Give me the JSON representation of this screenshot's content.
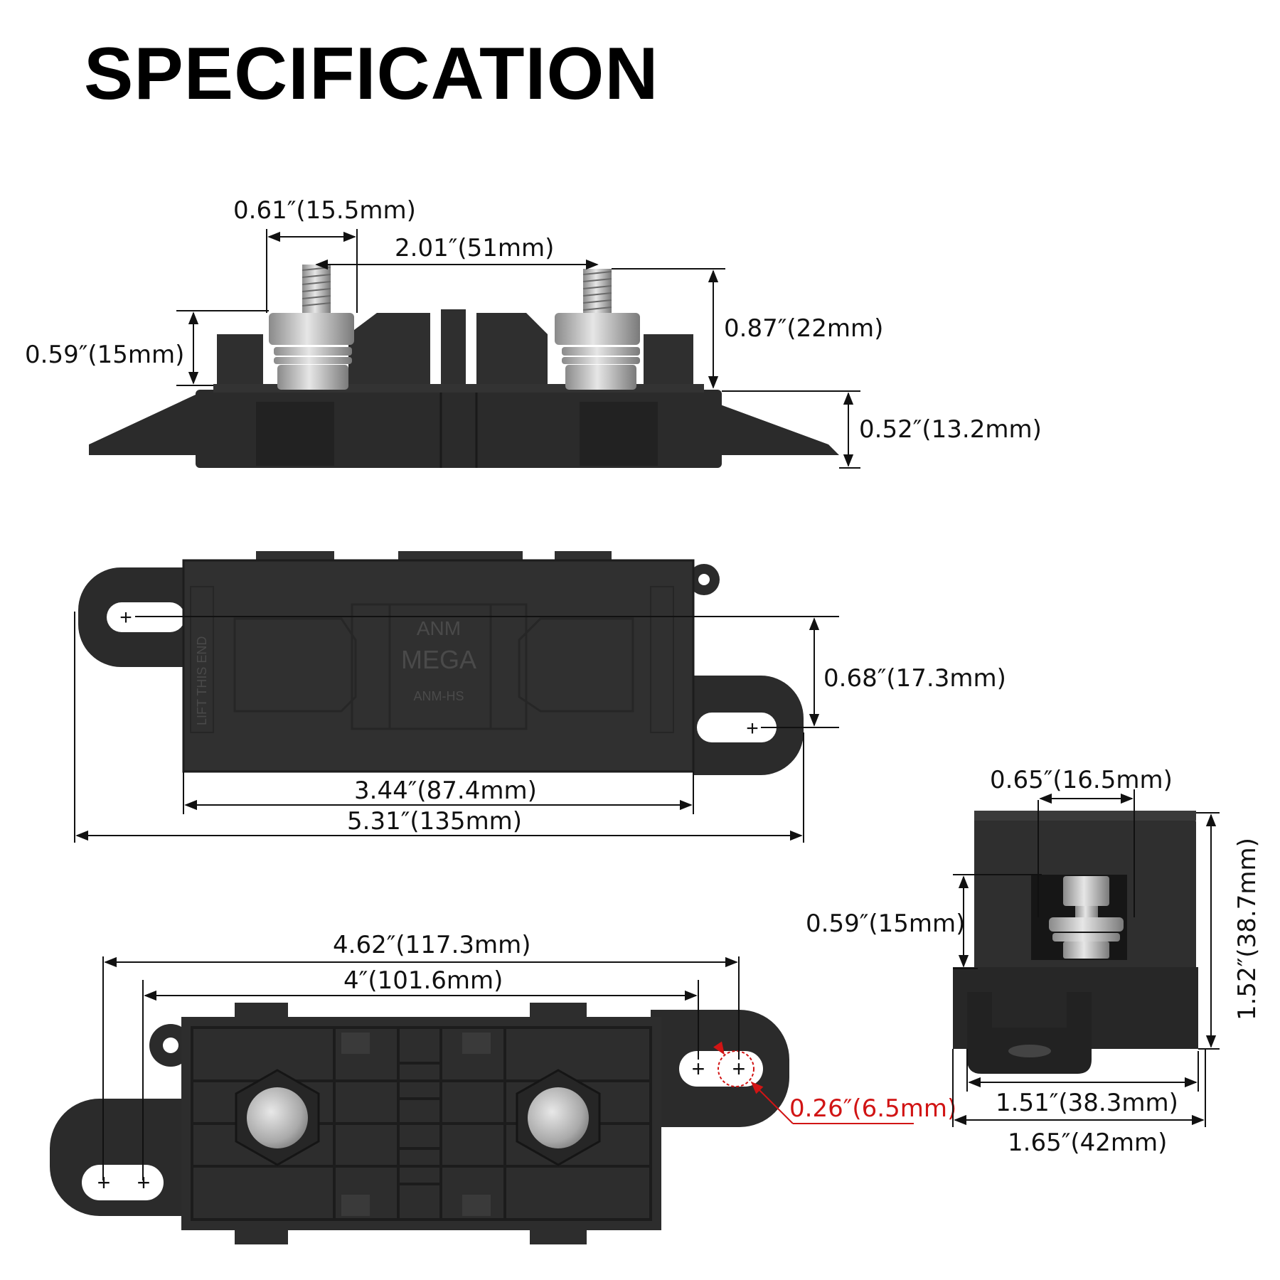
{
  "title": "SPECIFICATION",
  "colors": {
    "body": "#2b2b2b",
    "steel": "#b9b9b9",
    "highlight": "#d11414"
  },
  "embossed": {
    "line1": "ANM",
    "line2": "MEGA",
    "line3": "ANM-HS",
    "side_text": "LIFT THIS END"
  },
  "dimensions": {
    "side_view": {
      "stud_width": "0.61″(15.5mm)",
      "stud_spacing": "2.01″(51mm)",
      "stud_height": "0.59″(15mm)",
      "stud_top_height": "0.87″(22mm)",
      "base_height": "0.52″(13.2mm)"
    },
    "top_view": {
      "hole_offset": "0.68″(17.3mm)",
      "body_length": "3.44″(87.4mm)",
      "total_length": "5.31″(135mm)"
    },
    "bottom_view": {
      "outer_span": "4.62″(117.3mm)",
      "inner_span": "4″(101.6mm)",
      "hole_diameter": "0.26″(6.5mm)"
    },
    "end_view": {
      "slot_width": "0.65″(16.5mm)",
      "slot_height": "0.59″(15mm)",
      "total_height": "1.52″(38.7mm)",
      "body_width": "1.51″(38.3mm)",
      "base_width": "1.65″(42mm)"
    }
  }
}
